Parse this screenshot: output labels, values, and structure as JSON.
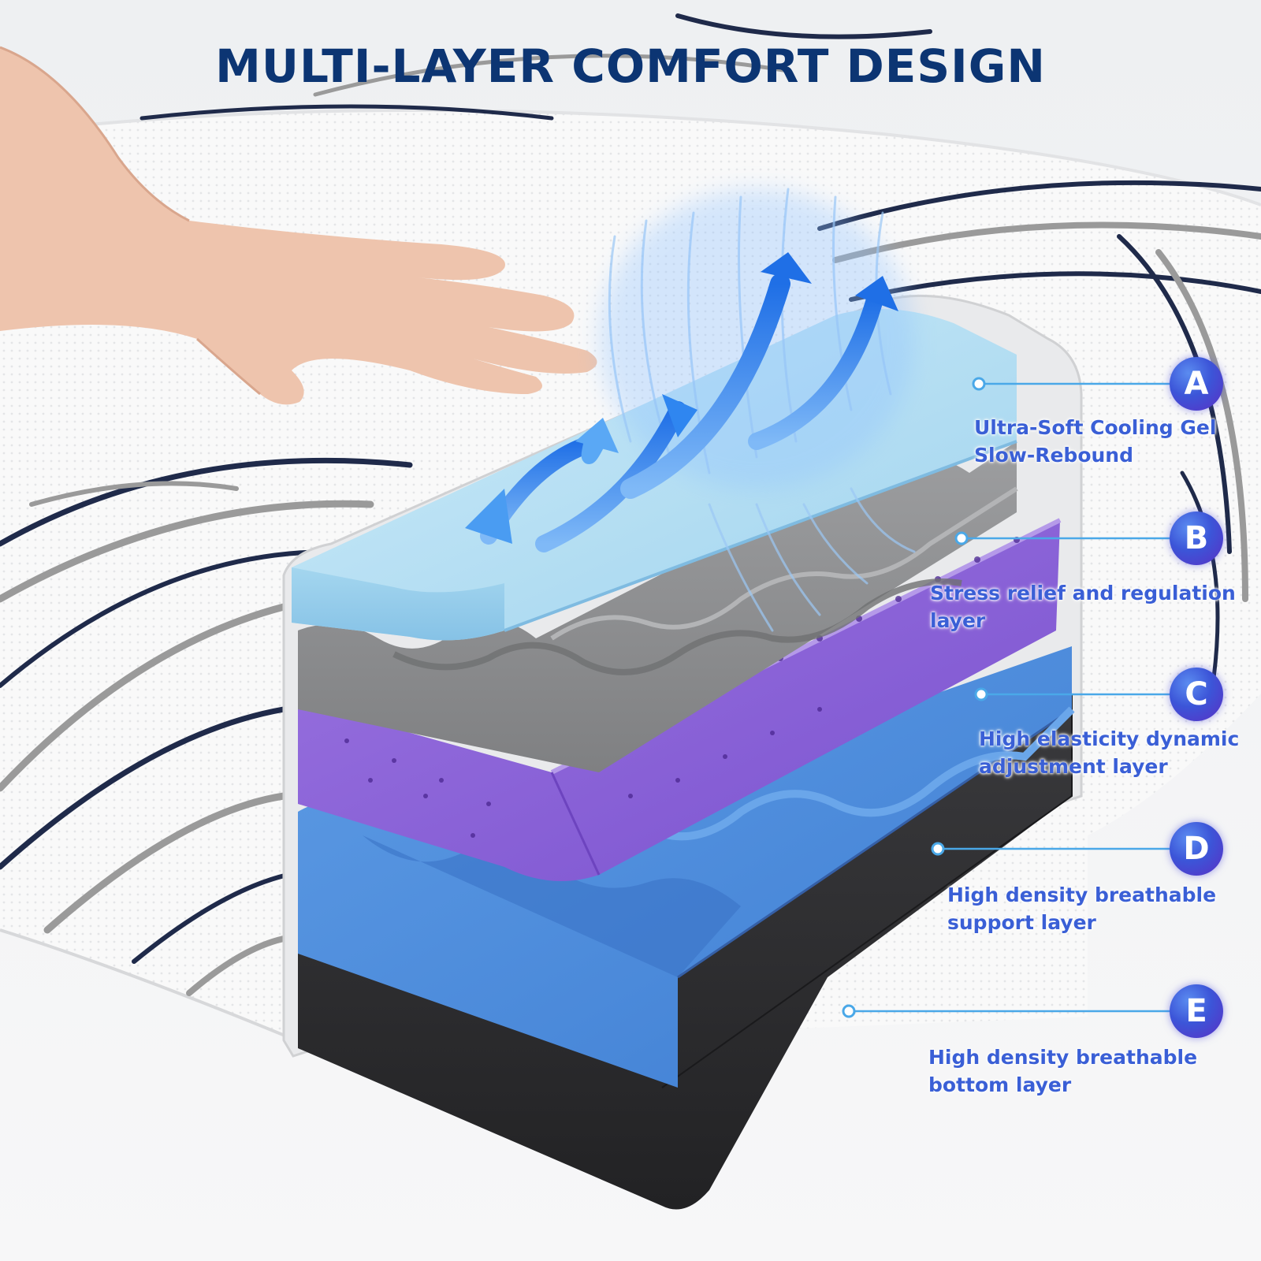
{
  "headline": "MULTI-LAYER COMFORT DESIGN",
  "colors": {
    "headline": "#0c3573",
    "callout_text": "#3a5fd6",
    "badge_start": "#5b8cf0",
    "badge_end": "#5a2fc4",
    "cooling_gel": "#a9d8ef",
    "relief_layer": "#8f9092",
    "elastic_layer": "#8a62d8",
    "support_layer": "#4f8fde",
    "bottom_layer": "#2b2b2e",
    "cover": "#f7f7f7",
    "wave_dark": "#1f2a4a",
    "wave_gray": "#9a9a9a",
    "airflow_arrow": "#2f86f0"
  },
  "layers": [
    {
      "badge": "A",
      "line1": "Ultra-Soft Cooling Gel",
      "line2": "Slow-Rebound"
    },
    {
      "badge": "B",
      "line1": "Stress relief and regulation",
      "line2": "layer"
    },
    {
      "badge": "C",
      "line1": "High elasticity dynamic",
      "line2": "adjustment layer"
    },
    {
      "badge": "D",
      "line1": "High density breathable",
      "line2": "support layer"
    },
    {
      "badge": "E",
      "line1": "High density breathable",
      "line2": "bottom layer"
    }
  ]
}
